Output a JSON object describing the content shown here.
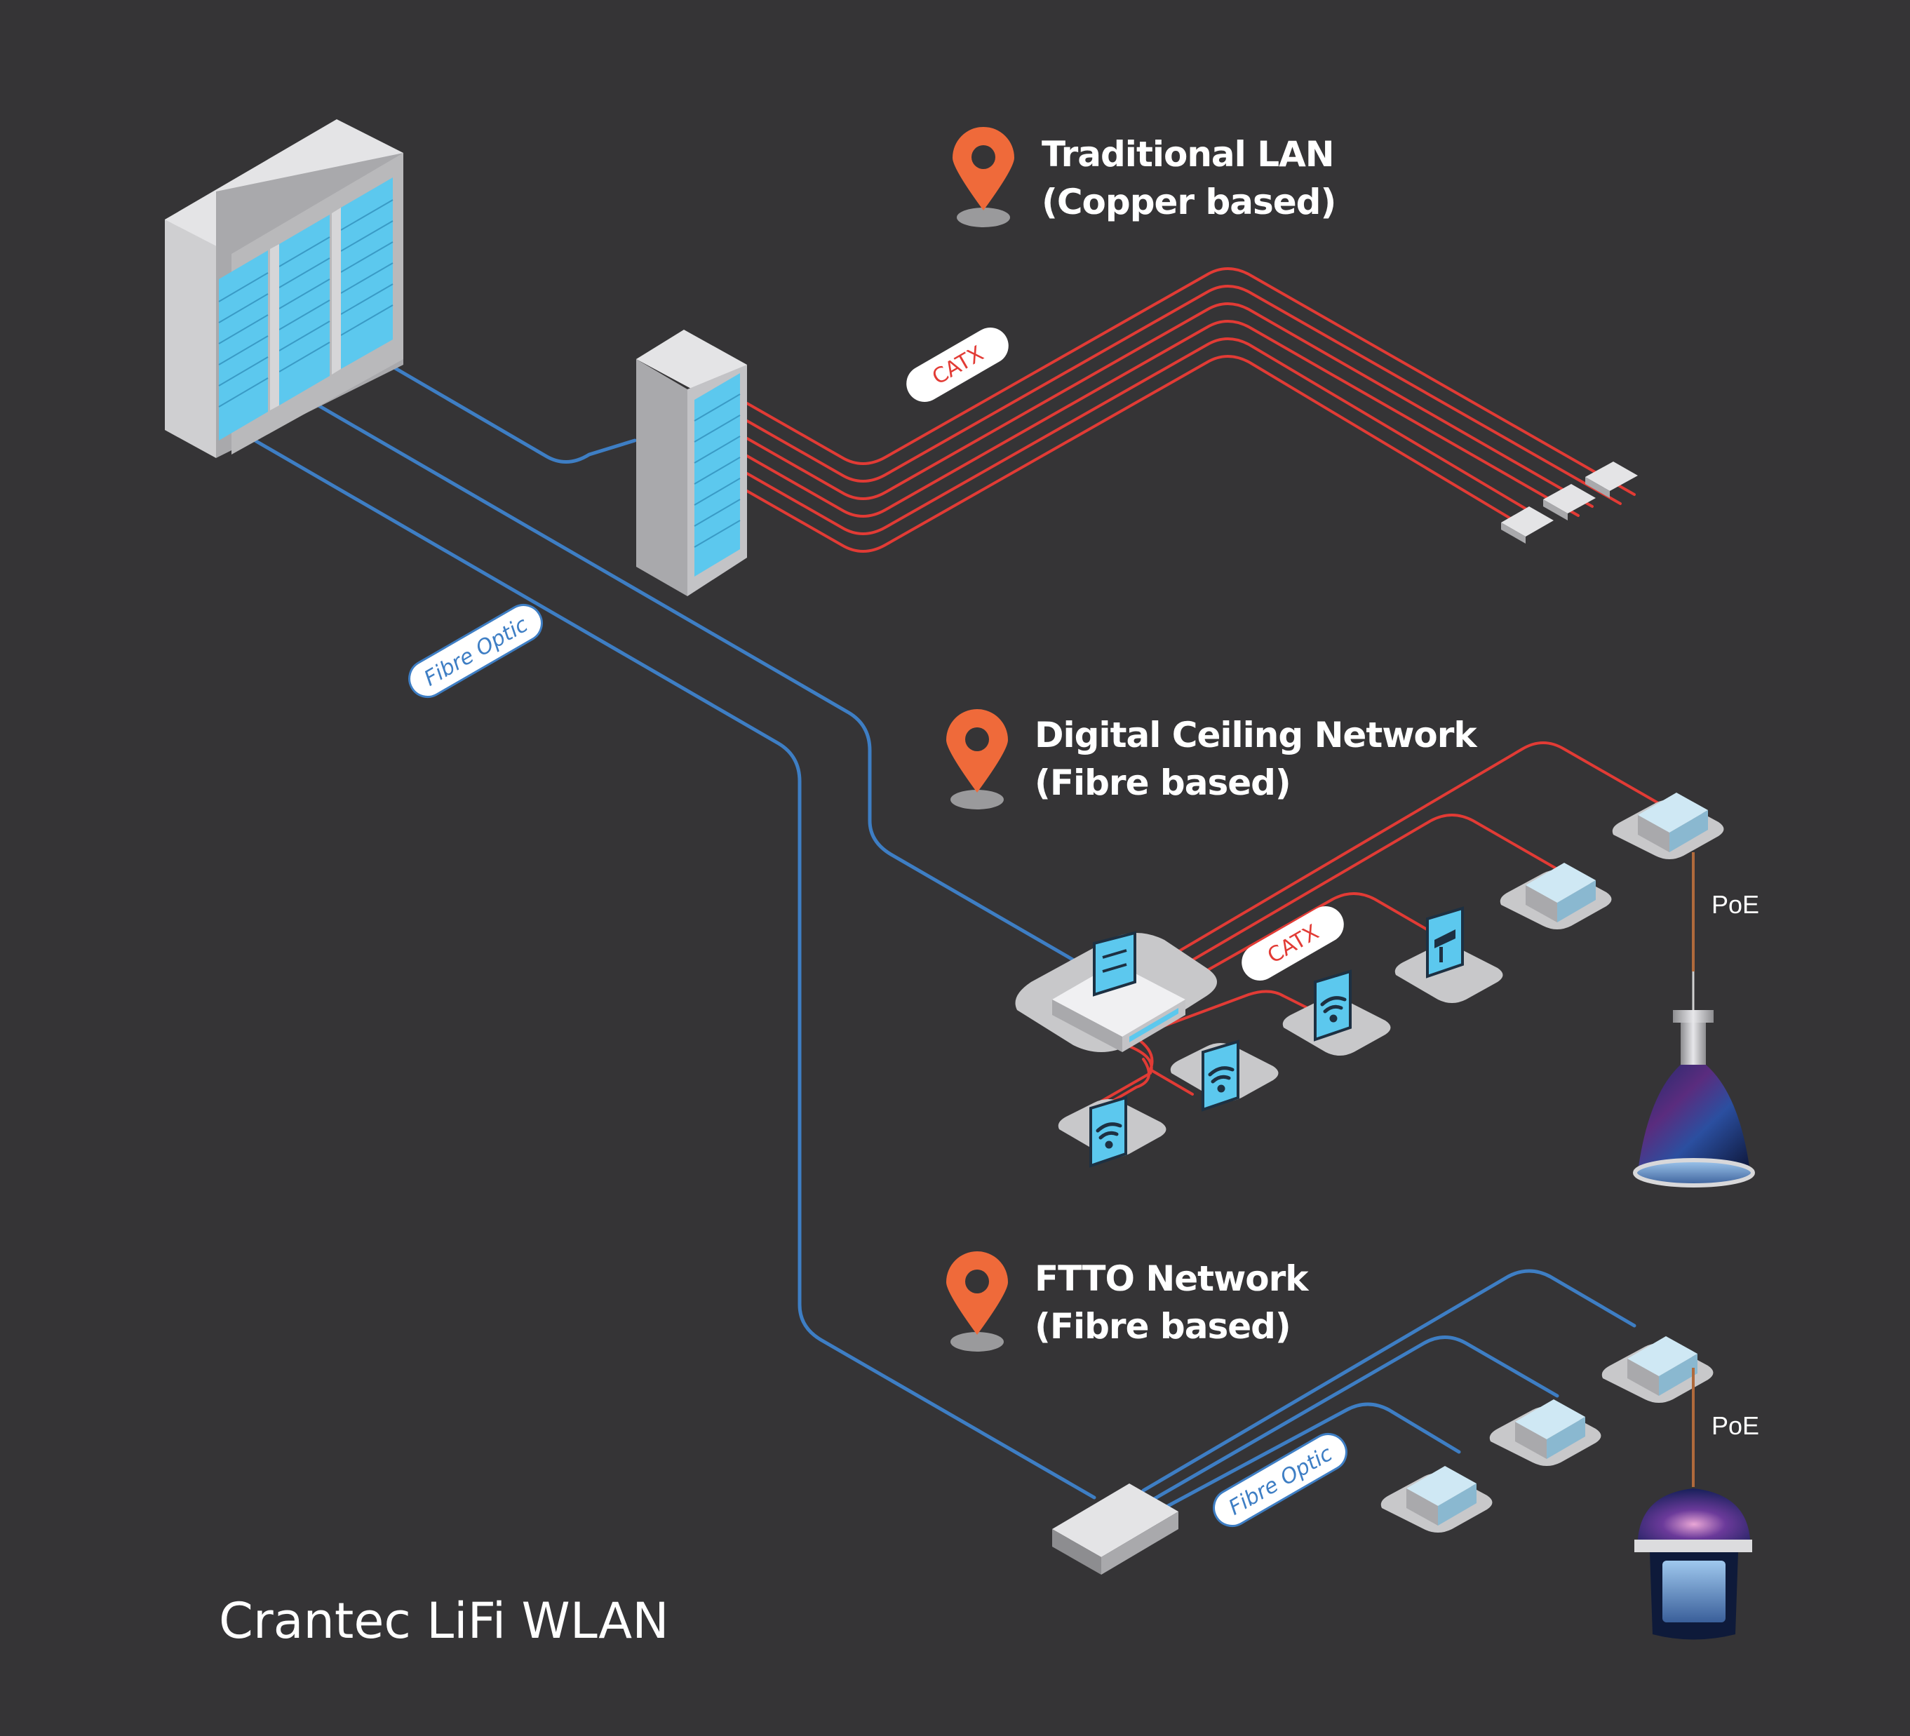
{
  "colors": {
    "background": "#353436",
    "copper_cable": "#e23b35",
    "fibre_cable": "#3e7ec4",
    "pin_orange": "#ef6a3a",
    "rack_grey": "#b9b9bb",
    "rack_screen": "#5cc8ee",
    "device_pad": "#c8c8ca"
  },
  "sections": [
    {
      "title": "Traditional LAN",
      "subtitle": "(Copper based)",
      "icon": "location-pin-icon"
    },
    {
      "title": "Digital Ceiling Network",
      "subtitle": "(Fibre based)",
      "icon": "location-pin-icon"
    },
    {
      "title": "FTTO Network",
      "subtitle": "(Fibre based)",
      "icon": "location-pin-icon"
    }
  ],
  "cable_tags": {
    "catx_top": "CATX",
    "catx_mid": "CATX",
    "fibre_left": "Fibre Optic",
    "fibre_bottom": "Fibre Optic"
  },
  "poe_labels": [
    "PoE",
    "PoE"
  ],
  "brand": "Crantec LiFi WLAN",
  "icons": [
    "server-rack-icon",
    "switch-icon",
    "access-point-icon",
    "wifi-icon",
    "camera-icon",
    "wall-outlet-icon",
    "pendant-lamp-icon",
    "lifi-lamp-icon"
  ]
}
